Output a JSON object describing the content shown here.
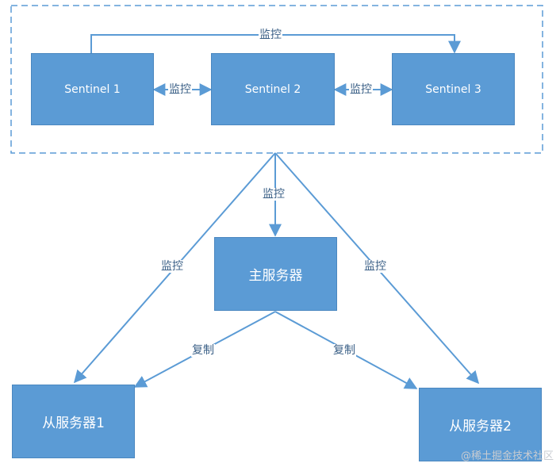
{
  "sentinels": {
    "s1": "Sentinel 1",
    "s2": "Sentinel 2",
    "s3": "Sentinel 3"
  },
  "servers": {
    "master": "主服务器",
    "slave1": "从服务器1",
    "slave2": "从服务器2"
  },
  "edge_labels": {
    "monitor": "监控",
    "replicate": "复制"
  },
  "watermark": "@稀土掘金技术社区",
  "colors": {
    "box_fill": "#5b9bd5",
    "box_text": "#ffffff",
    "arrow": "#5b9bd5",
    "dashed_border": "#5b9bd5",
    "label_text": "#3a5f86"
  }
}
